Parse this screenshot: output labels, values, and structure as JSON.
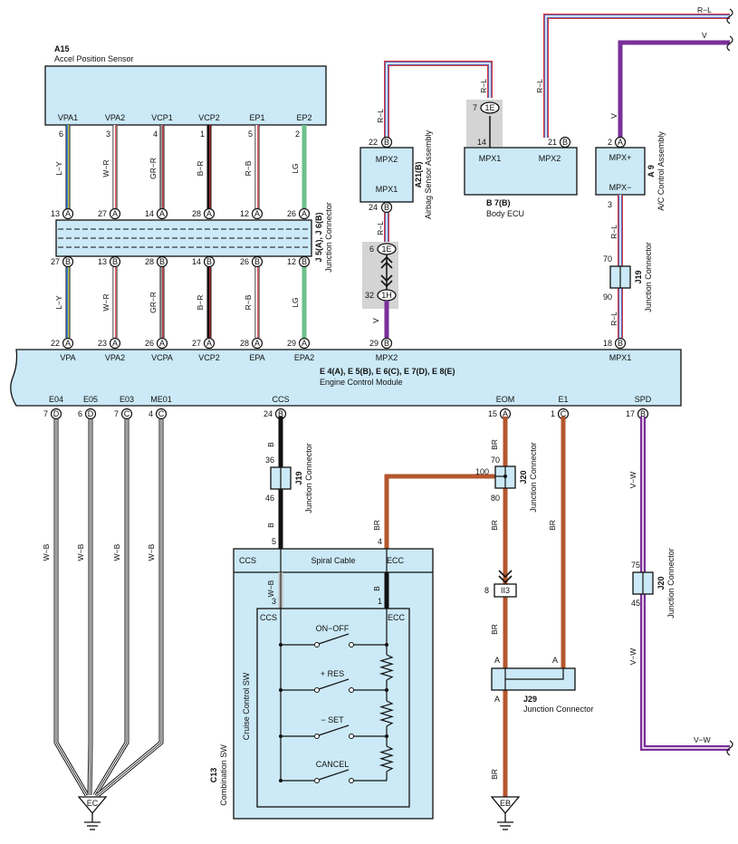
{
  "colors": {
    "box": "#cbe9f6",
    "purple": "#7a2f9a",
    "brown": "#b4572e",
    "black": "#111111",
    "green": "#6cc08a",
    "red": "#d9333c",
    "blue": "#3d7ed8",
    "yellow": "#e6d21e",
    "gray": "#9a9a9a"
  },
  "components": {
    "a15": {
      "id": "A15",
      "name": "Accel Position Sensor",
      "pins": [
        "VPA1",
        "VPA2",
        "VCP1",
        "VCP2",
        "EP1",
        "EP2"
      ],
      "pin_nums": [
        "6",
        "3",
        "4",
        "1",
        "5",
        "2"
      ]
    },
    "j5j6": {
      "id": "J 5(A), J 6(B)",
      "name": "Junction Connector",
      "top_pins": [
        "13",
        "27",
        "14",
        "28",
        "12",
        "26"
      ],
      "top_conn": [
        "A",
        "A",
        "A",
        "A",
        "A",
        "A"
      ],
      "bottom_pins": [
        "27",
        "13",
        "28",
        "14",
        "26",
        "12"
      ],
      "bottom_conn": [
        "B",
        "B",
        "B",
        "B",
        "B",
        "B"
      ]
    },
    "a21": {
      "id": "A21(B)",
      "name": "Airbag Sensor Assembly",
      "pin1": "MPX2",
      "pin2": "MPX1",
      "num1": "22",
      "num2": "24"
    },
    "b7": {
      "id": "B 7(B)",
      "name": "Body ECU",
      "pin1": "MPX1",
      "pin2": "MPX2",
      "num1": "14",
      "num2": "21"
    },
    "a9": {
      "id": "A 9",
      "name": "A/C Control Assembly",
      "pin1": "MPX+",
      "pin2": "MPX−",
      "num1": "2",
      "num2": "3"
    },
    "j19a": {
      "id": "J19",
      "name": "Junction Connector",
      "p1": "70",
      "p2": "90"
    },
    "ecm": {
      "id": "E 4(A), E 5(B), E 6(C), E 7(D), E 8(E)",
      "name": "Engine Control Module",
      "top_pins": [
        "VPA",
        "VPA2",
        "VCPA",
        "VCP2",
        "EPA",
        "EPA2",
        "MPX2",
        "MPX1"
      ],
      "top_nums": [
        "22",
        "23",
        "26",
        "27",
        "28",
        "29",
        "29",
        "18"
      ],
      "top_conn": [
        "A",
        "A",
        "A",
        "A",
        "A",
        "A",
        "B",
        "B"
      ],
      "bottom_pins": [
        "E04",
        "E05",
        "E03",
        "ME01",
        "CCS",
        "EOM",
        "E1",
        "SPD"
      ],
      "bottom_nums": [
        "7",
        "6",
        "7",
        "4",
        "24",
        "15",
        "1",
        "17"
      ],
      "bottom_conn": [
        "D",
        "D",
        "C",
        "C",
        "B",
        "A",
        "C",
        "B"
      ]
    },
    "j19b": {
      "id": "J19",
      "name": "Junction Connector",
      "p1": "36",
      "p2": "46"
    },
    "j20a": {
      "id": "J20",
      "name": "Junction Connector",
      "p1": "70",
      "p2": "100",
      "p3": "80"
    },
    "j20b": {
      "id": "J20",
      "name": "Junction Connector",
      "p1": "75",
      "p2": "45"
    },
    "j29": {
      "id": "J29",
      "name": "Junction Connector",
      "pa": "A",
      "pb": "A",
      "pc": "A"
    },
    "c13": {
      "id": "C13",
      "name": "Combination SW",
      "spiral": "Spiral Cable",
      "ccs": "CCS",
      "ecc": "ECC",
      "inner": "Cruise Control SW",
      "sw1": "ON−OFF",
      "sw2": "+ RES",
      "sw3": "− SET",
      "sw4": "CANCEL",
      "n5": "5",
      "n4": "4",
      "n3": "3",
      "n1": "1"
    },
    "ii3": {
      "label": "II3",
      "num": "8"
    },
    "inline_1e": {
      "top": "1E",
      "num_top": "7"
    },
    "inline_a21": {
      "top": "1E",
      "bottom": "1H",
      "num_top": "6",
      "num_bottom": "32"
    },
    "ground_ec": "EC",
    "ground_eb": "EB"
  },
  "wires": {
    "vpa": "L−Y",
    "vpa2": "W−R",
    "vcpa": "GR−R",
    "vcp2": "B−R",
    "epa": "R−B",
    "epa2": "LG",
    "rl": "R−L",
    "v": "V",
    "w_b": "W−B",
    "b": "B",
    "br": "BR",
    "v_w": "V−W"
  },
  "offpage": {
    "top_rl": "R−L",
    "top_v": "V",
    "bottom_vw": "V−W"
  }
}
